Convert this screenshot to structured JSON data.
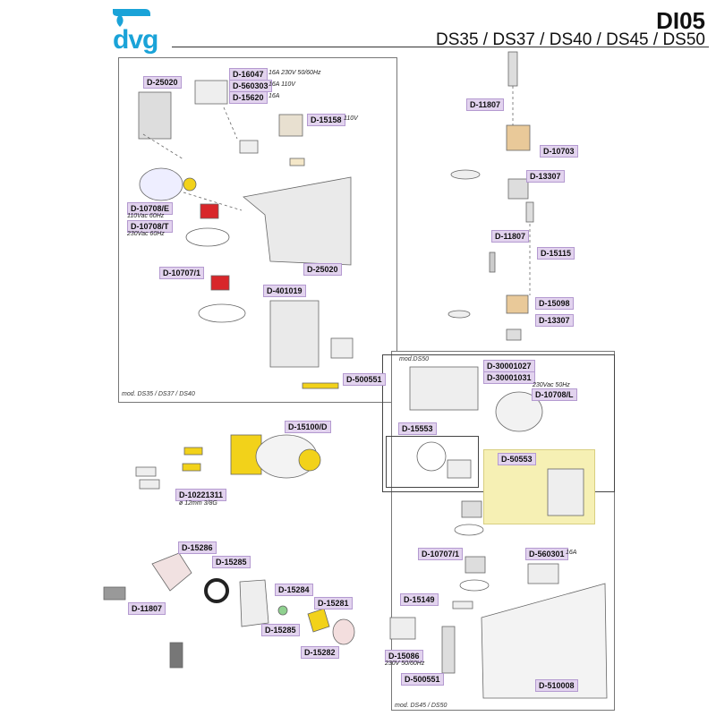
{
  "header": {
    "logo_text": "dvg",
    "title": "DI05",
    "subtitle": "DS35 / DS37 / DS40 / DS45 / DS50",
    "brand_color": "#1aa3d8"
  },
  "panels": {
    "panel1_note": "mod. DS35 / DS37 / DS40",
    "panel2_note": "mod. DS45 / DS50",
    "ds50_note": "mod.DS50"
  },
  "labels": {
    "d25020_top": "D-25020",
    "d16047": "D-16047",
    "d16047_desc": "16A 230V 50/60Hz",
    "d560303": "D-560303",
    "d560303_desc": "16A 110V",
    "d15620": "D-15620",
    "d15620_desc": "16A",
    "d15158": "D-15158",
    "d15158_desc": "110V",
    "d10708e": "D-10708/E",
    "d10708e_desc": "110Vac 60Hz",
    "d10708t": "D-10708/T",
    "d10708t_desc": "230Vac 60Hz",
    "d25020_bottom": "D-25020",
    "d10707_1_a": "D-10707/1",
    "d401019": "D-401019",
    "d500551_a": "D-500551",
    "d11807_a": "D-11807",
    "d10703": "D-10703",
    "d13307_a": "D-13307",
    "d11807_b": "D-11807",
    "d15115": "D-15115",
    "d15098": "D-15098",
    "d13307_b": "D-13307",
    "d15100d": "D-15100/D",
    "d10221311": "D-10221311",
    "d10221311_desc": "ø 12mm 3/8G",
    "d30001027": "D-30001027",
    "d30001031": "D-30001031",
    "d10708l_desc": "230Vac 50Hz",
    "d10708l": "D-10708/L",
    "d15553": "D-15553",
    "d50553": "D-50553",
    "d10707_1_b": "D-10707/1",
    "d560301": "D-560301",
    "d560301_desc": "16A",
    "d15149": "D-15149",
    "d15086": "D-15086",
    "d15086_desc": "230V 50/60Hz",
    "d500551_b": "D-500551",
    "d510008": "D-510008",
    "d15286": "D-15286",
    "d15285_a": "D-15285",
    "d15284": "D-15284",
    "d15281": "D-15281",
    "d11807_c": "D-11807",
    "d15285_b": "D-15285",
    "d15282": "D-15282"
  },
  "colors": {
    "label_bg": "#e2d3ee",
    "highlight_bg": "#f6f0b4",
    "part_yellow": "#f2d21a",
    "part_red": "#d8262a"
  }
}
